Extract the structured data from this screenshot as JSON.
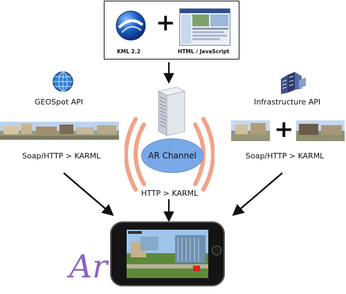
{
  "top_box": {
    "left_label": "KML 2.2",
    "plus": "+",
    "right_label": "HTML / JavaScript"
  },
  "left": {
    "api_label": "GEOSpot API",
    "protocol_label": "Soap/HTTP > KARML"
  },
  "right": {
    "api_label": "Infrastructure API",
    "plus": "+",
    "protocol_label": "Soap/HTTP > KARML"
  },
  "center": {
    "channel_label": "AR Channel",
    "protocol_label": "HTTP > KARML"
  },
  "logo_text": "Ar",
  "colors": {
    "globe_blue": "#1b5fc4",
    "channel_fill": "#79a8e8",
    "signal_waves": "#f1a38a",
    "logo_purple": "#8a63c2",
    "arrow": "#111111"
  }
}
